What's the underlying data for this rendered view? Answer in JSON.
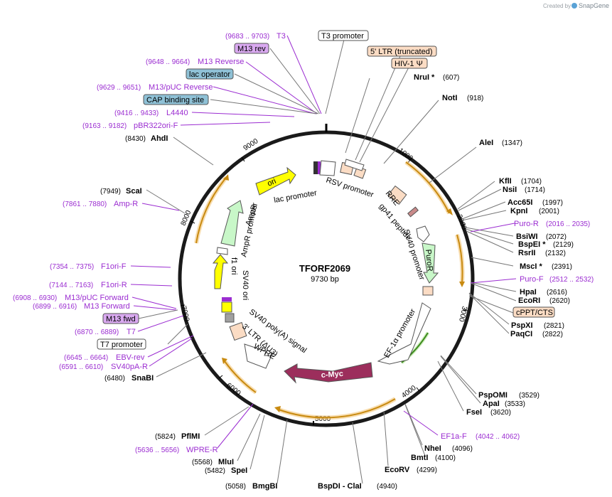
{
  "plasmid": {
    "name": "TFORF2069",
    "size": "9730 bp",
    "length": 9730
  },
  "watermark": {
    "created_by": "Created by",
    "brand": "SnapGene"
  },
  "ticks": [
    "1000",
    "2000",
    "3000",
    "4000",
    "5000",
    "6000",
    "7000",
    "8000",
    "9000"
  ],
  "enzymes": [
    {
      "name": "NruI *",
      "pos": "(607)"
    },
    {
      "name": "NotI",
      "pos": "(918)"
    },
    {
      "name": "AleI",
      "pos": "(1347)"
    },
    {
      "name": "KflI",
      "pos": "(1704)"
    },
    {
      "name": "NsiI",
      "pos": "(1714)"
    },
    {
      "name": "Acc65I",
      "pos": "(1997)"
    },
    {
      "name": "KpnI",
      "pos": "(2001)"
    },
    {
      "name": "BsiWI",
      "pos": "(2072)"
    },
    {
      "name": "BspEI *",
      "pos": "(2129)"
    },
    {
      "name": "RsrII",
      "pos": "(2132)"
    },
    {
      "name": "MscI *",
      "pos": "(2391)"
    },
    {
      "name": "HpaI",
      "pos": "(2616)"
    },
    {
      "name": "EcoRI",
      "pos": "(2620)"
    },
    {
      "name": "PspXI",
      "pos": "(2821)"
    },
    {
      "name": "PaqCI",
      "pos": "(2822)"
    },
    {
      "name": "PspOMI",
      "pos": "(3529)"
    },
    {
      "name": "ApaI",
      "pos": "(3533)"
    },
    {
      "name": "FseI",
      "pos": "(3620)"
    },
    {
      "name": "NheI",
      "pos": "(4096)"
    },
    {
      "name": "BmtI",
      "pos": "(4100)"
    },
    {
      "name": "EcoRV",
      "pos": "(4299)"
    },
    {
      "name": "BspDI - ClaI",
      "pos": "(4940)"
    },
    {
      "name": "BmgBI",
      "pos": "(5058)"
    },
    {
      "name": "SpeI",
      "pos": "(5482)"
    },
    {
      "name": "MluI",
      "pos": "(5568)"
    },
    {
      "name": "PflMI",
      "pos": "(5824)"
    },
    {
      "name": "SnaBI",
      "pos": "(6480)"
    },
    {
      "name": "ScaI",
      "pos": "(7949)"
    },
    {
      "name": "AhdI",
      "pos": "(8430)"
    }
  ],
  "primers": [
    {
      "name": "T3",
      "range": "(9683 .. 9703)"
    },
    {
      "name": "M13 Reverse",
      "range": "(9648 .. 9664)"
    },
    {
      "name": "M13/pUC Reverse",
      "range": "(9629 .. 9651)"
    },
    {
      "name": "L4440",
      "range": "(9416 .. 9433)"
    },
    {
      "name": "pBR322ori-F",
      "range": "(9163 .. 9182)"
    },
    {
      "name": "Amp-R",
      "range": "(7861 .. 7880)"
    },
    {
      "name": "F1ori-F",
      "range": "(7354 .. 7375)"
    },
    {
      "name": "F1ori-R",
      "range": "(7144 .. 7163)"
    },
    {
      "name": "M13/pUC Forward",
      "range": "(6908 .. 6930)"
    },
    {
      "name": "M13 Forward",
      "range": "(6899 .. 6916)"
    },
    {
      "name": "T7",
      "range": "(6870 .. 6889)"
    },
    {
      "name": "EBV-rev",
      "range": "(6645 .. 6664)"
    },
    {
      "name": "SV40pA-R",
      "range": "(6591 .. 6610)"
    },
    {
      "name": "WPRE-R",
      "range": "(5636 .. 5656)"
    },
    {
      "name": "Puro-R",
      "range": "(2016 .. 2035)"
    },
    {
      "name": "Puro-F",
      "range": "(2512 .. 2532)"
    },
    {
      "name": "EF1a-F",
      "range": "(4042 .. 4062)"
    }
  ],
  "boxed_labels": [
    {
      "name": "T3 promoter",
      "color": "#ffffff"
    },
    {
      "name": "M13 rev",
      "color": "#d9a9f0"
    },
    {
      "name": "lac operator",
      "color": "#8fc1d6"
    },
    {
      "name": "CAP binding site",
      "color": "#8fc1d6"
    },
    {
      "name": "5' LTR (truncated)",
      "color": "#fbdcc4"
    },
    {
      "name": "HIV-1 Ψ",
      "color": "#fbdcc4"
    },
    {
      "name": "cPPT/CTS",
      "color": "#fbdcc4"
    },
    {
      "name": "M13 fwd",
      "color": "#d9a9f0"
    },
    {
      "name": "T7 promoter",
      "color": "#ffffff"
    }
  ],
  "features": [
    {
      "name": "ori",
      "color": "#ffff00"
    },
    {
      "name": "lac promoter",
      "color": "#ffffff"
    },
    {
      "name": "RSV promoter",
      "color": "#ffffff"
    },
    {
      "name": "RRE",
      "color": "#fbdcc4"
    },
    {
      "name": "gp41 peptide",
      "color": "#c98a8a"
    },
    {
      "name": "SV40 promoter",
      "color": "#ffffff"
    },
    {
      "name": "PuroR",
      "color": "#c8f7c8"
    },
    {
      "name": "EF-1α promoter",
      "color": "#ffffff"
    },
    {
      "name": "c-Myc",
      "color": "#9c2e5c"
    },
    {
      "name": "WPRE",
      "color": "#ffffff"
    },
    {
      "name": "3' LTR (ΔU3)",
      "color": "#fbdcc4"
    },
    {
      "name": "SV40 poly(A) signal",
      "color": "#a0a0a0"
    },
    {
      "name": "SV40 ori",
      "color": "#ffff00"
    },
    {
      "name": "f1 ori",
      "color": "#ffff00"
    },
    {
      "name": "AmpR promoter",
      "color": "#ffffff"
    },
    {
      "name": "AmpR",
      "color": "#c8f7c8"
    }
  ],
  "colors": {
    "backbone": "#1a1a1a",
    "enzyme_line": "#777777",
    "primer": "#9b2dd1",
    "orf_glow": "#f4c77a",
    "orf_arrow": "#c88a10"
  }
}
